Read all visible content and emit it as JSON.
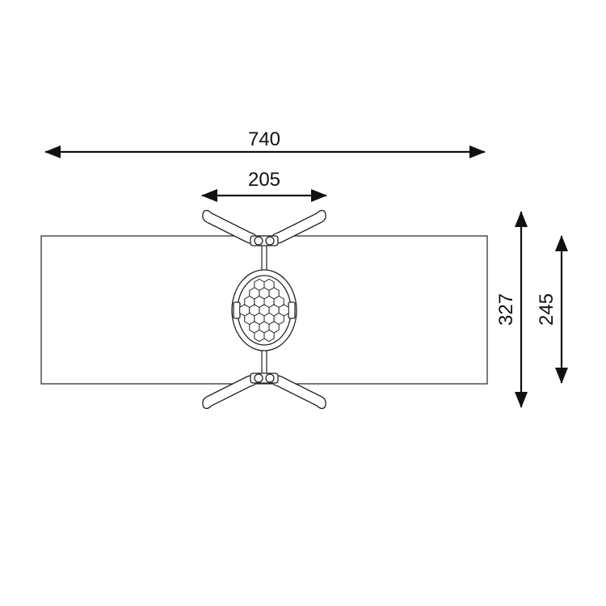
{
  "dimensions": {
    "overall_width": "740",
    "swing_width": "205",
    "overall_depth": "327",
    "frame_depth": "245"
  },
  "colors": {
    "line": "#111111",
    "background": "#ffffff"
  }
}
